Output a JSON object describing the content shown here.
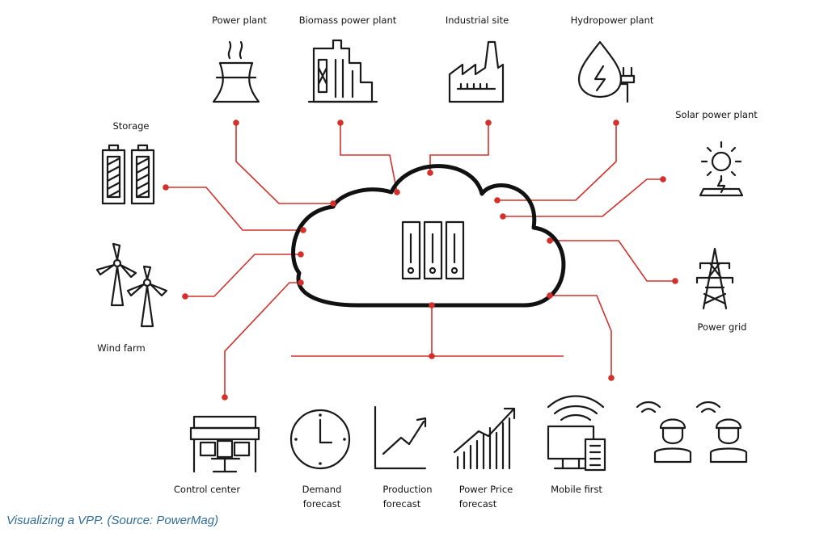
{
  "labels": {
    "power_plant": "Power plant",
    "biomass": "Biomass power plant",
    "industrial": "Industrial site",
    "hydro": "Hydropower plant",
    "solar": "Solar power plant",
    "storage": "Storage",
    "wind": "Wind farm",
    "grid": "Power grid",
    "control": "Control center",
    "demand_1": "Demand",
    "demand_2": "forecast",
    "production_1": "Production",
    "production_2": "forecast",
    "price_1": "Power Price",
    "price_2": "forecast",
    "mobile": "Mobile first"
  },
  "caption": "Visualizing a VPP. (Source: PowerMag)",
  "colors": {
    "connector": "#d3302b",
    "icon": "#1a1a1a",
    "caption": "#2f6c9a"
  }
}
